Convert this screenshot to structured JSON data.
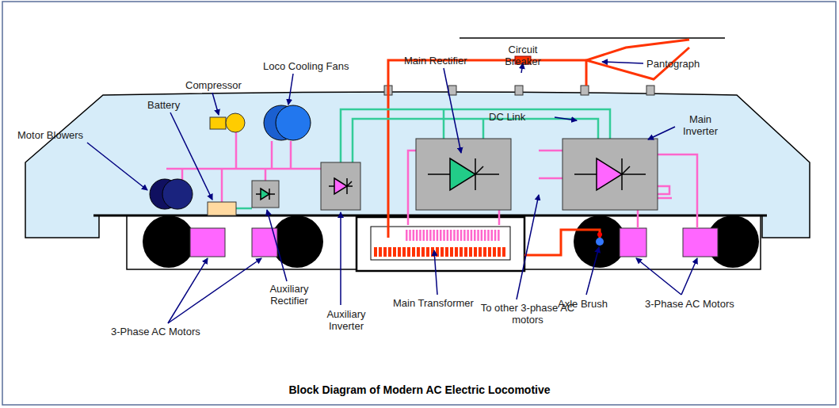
{
  "diagram": {
    "title": "Block Diagram of Modern AC Electric Locomotive",
    "labels": [
      "Loco Cooling Fans",
      "Compressor",
      "Battery",
      "Motor Blowers",
      "Main Rectifier",
      "Circuit Breaker",
      "Pantograph",
      "DC Link",
      "Main Inverter",
      "3-Phase AC Motors",
      "Auxiliary Rectifier",
      "Auxiliary Inverter",
      "Main Transformer",
      "Axle Brush",
      "To other 3-phase AC motors",
      "3-Phase AC Motors"
    ]
  }
}
